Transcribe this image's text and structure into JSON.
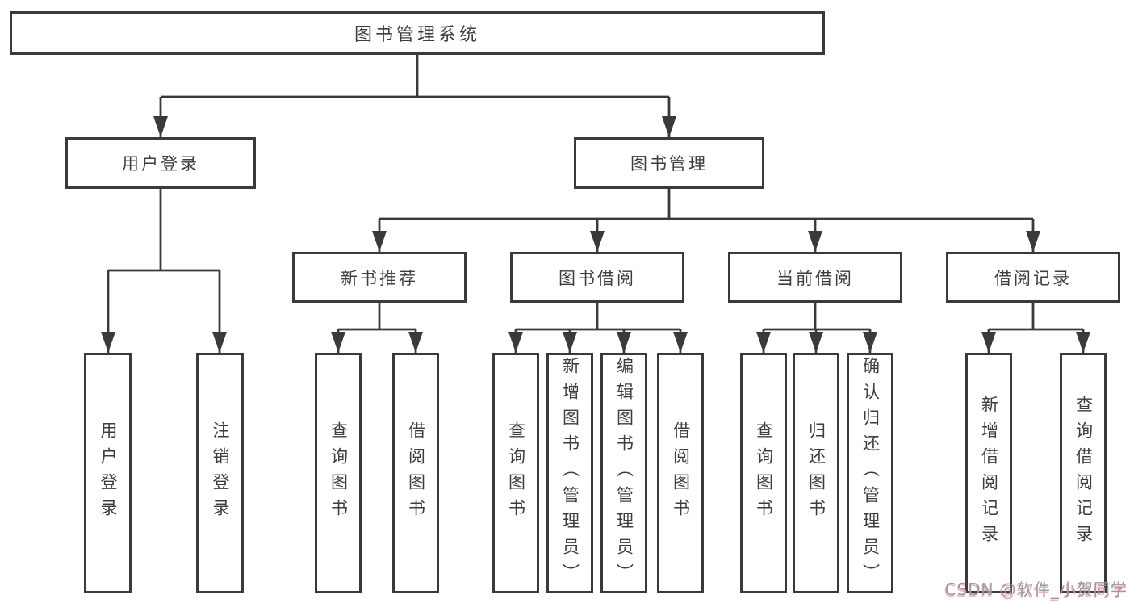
{
  "tree": {
    "root": {
      "label": "图书管理系统",
      "children": [
        {
          "label": "用户登录",
          "children": [
            {
              "label": "用户登录"
            },
            {
              "label": "注销登录"
            }
          ]
        },
        {
          "label": "图书管理",
          "children": [
            {
              "label": "新书推荐",
              "children": [
                {
                  "label": "查询图书"
                },
                {
                  "label": "借阅图书"
                }
              ]
            },
            {
              "label": "图书借阅",
              "children": [
                {
                  "label": "查询图书"
                },
                {
                  "label": "新增图书（管理员）"
                },
                {
                  "label": "编辑图书（管理员）"
                },
                {
                  "label": "借阅图书"
                }
              ]
            },
            {
              "label": "当前借阅",
              "children": [
                {
                  "label": "查询图书"
                },
                {
                  "label": "归还图书"
                },
                {
                  "label": "确认归还（管理员）"
                }
              ]
            },
            {
              "label": "借阅记录",
              "children": [
                {
                  "label": "新增借阅记录"
                },
                {
                  "label": "查询借阅记录"
                }
              ]
            }
          ]
        }
      ]
    }
  },
  "watermark": {
    "text": "CSDN @软件_小贺同学"
  },
  "colors": {
    "line": "#3a3a3a",
    "text": "#3d3d3d",
    "watermark": "#9c9c9c",
    "watermark_shadow": "#e26a6a",
    "background": "#ffffff"
  }
}
